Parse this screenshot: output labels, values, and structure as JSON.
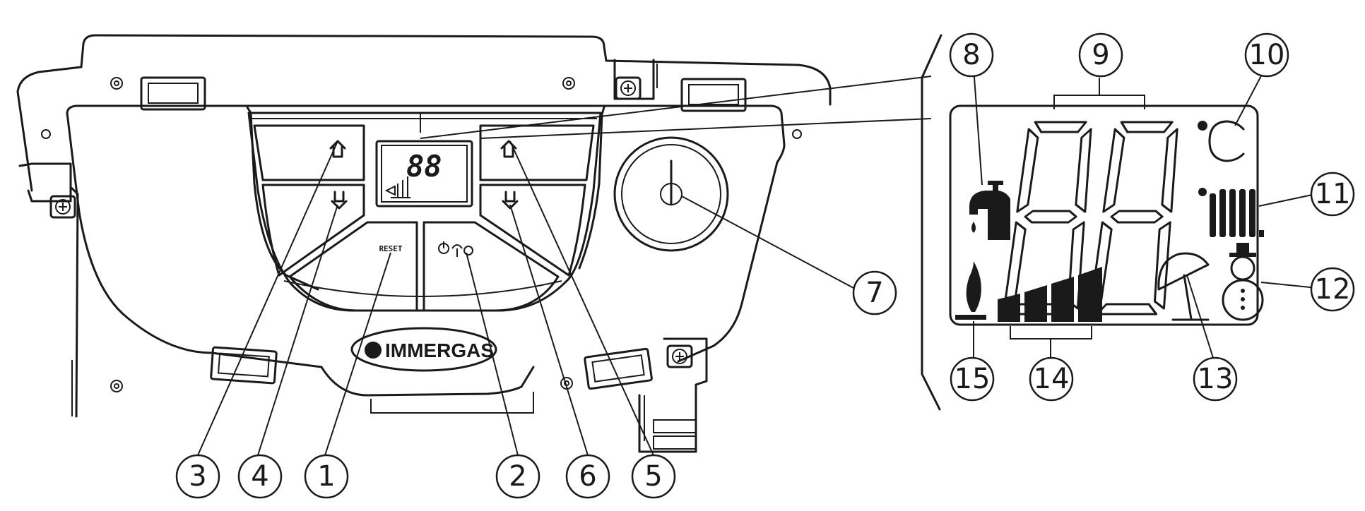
{
  "panel": {
    "brand": "IMMERGAS",
    "reset_label": "RESET"
  },
  "display": {
    "digits": "88",
    "unit": "°C"
  },
  "callouts": {
    "c1": "1",
    "c2": "2",
    "c3": "3",
    "c4": "4",
    "c5": "5",
    "c6": "6",
    "c7": "7",
    "c8": "8",
    "c9": "9",
    "c10": "10",
    "c11": "11",
    "c12": "12",
    "c13": "13",
    "c14": "14",
    "c15": "15"
  },
  "colors": {
    "ink": "#1a1a1a",
    "paper": "#ffffff"
  }
}
